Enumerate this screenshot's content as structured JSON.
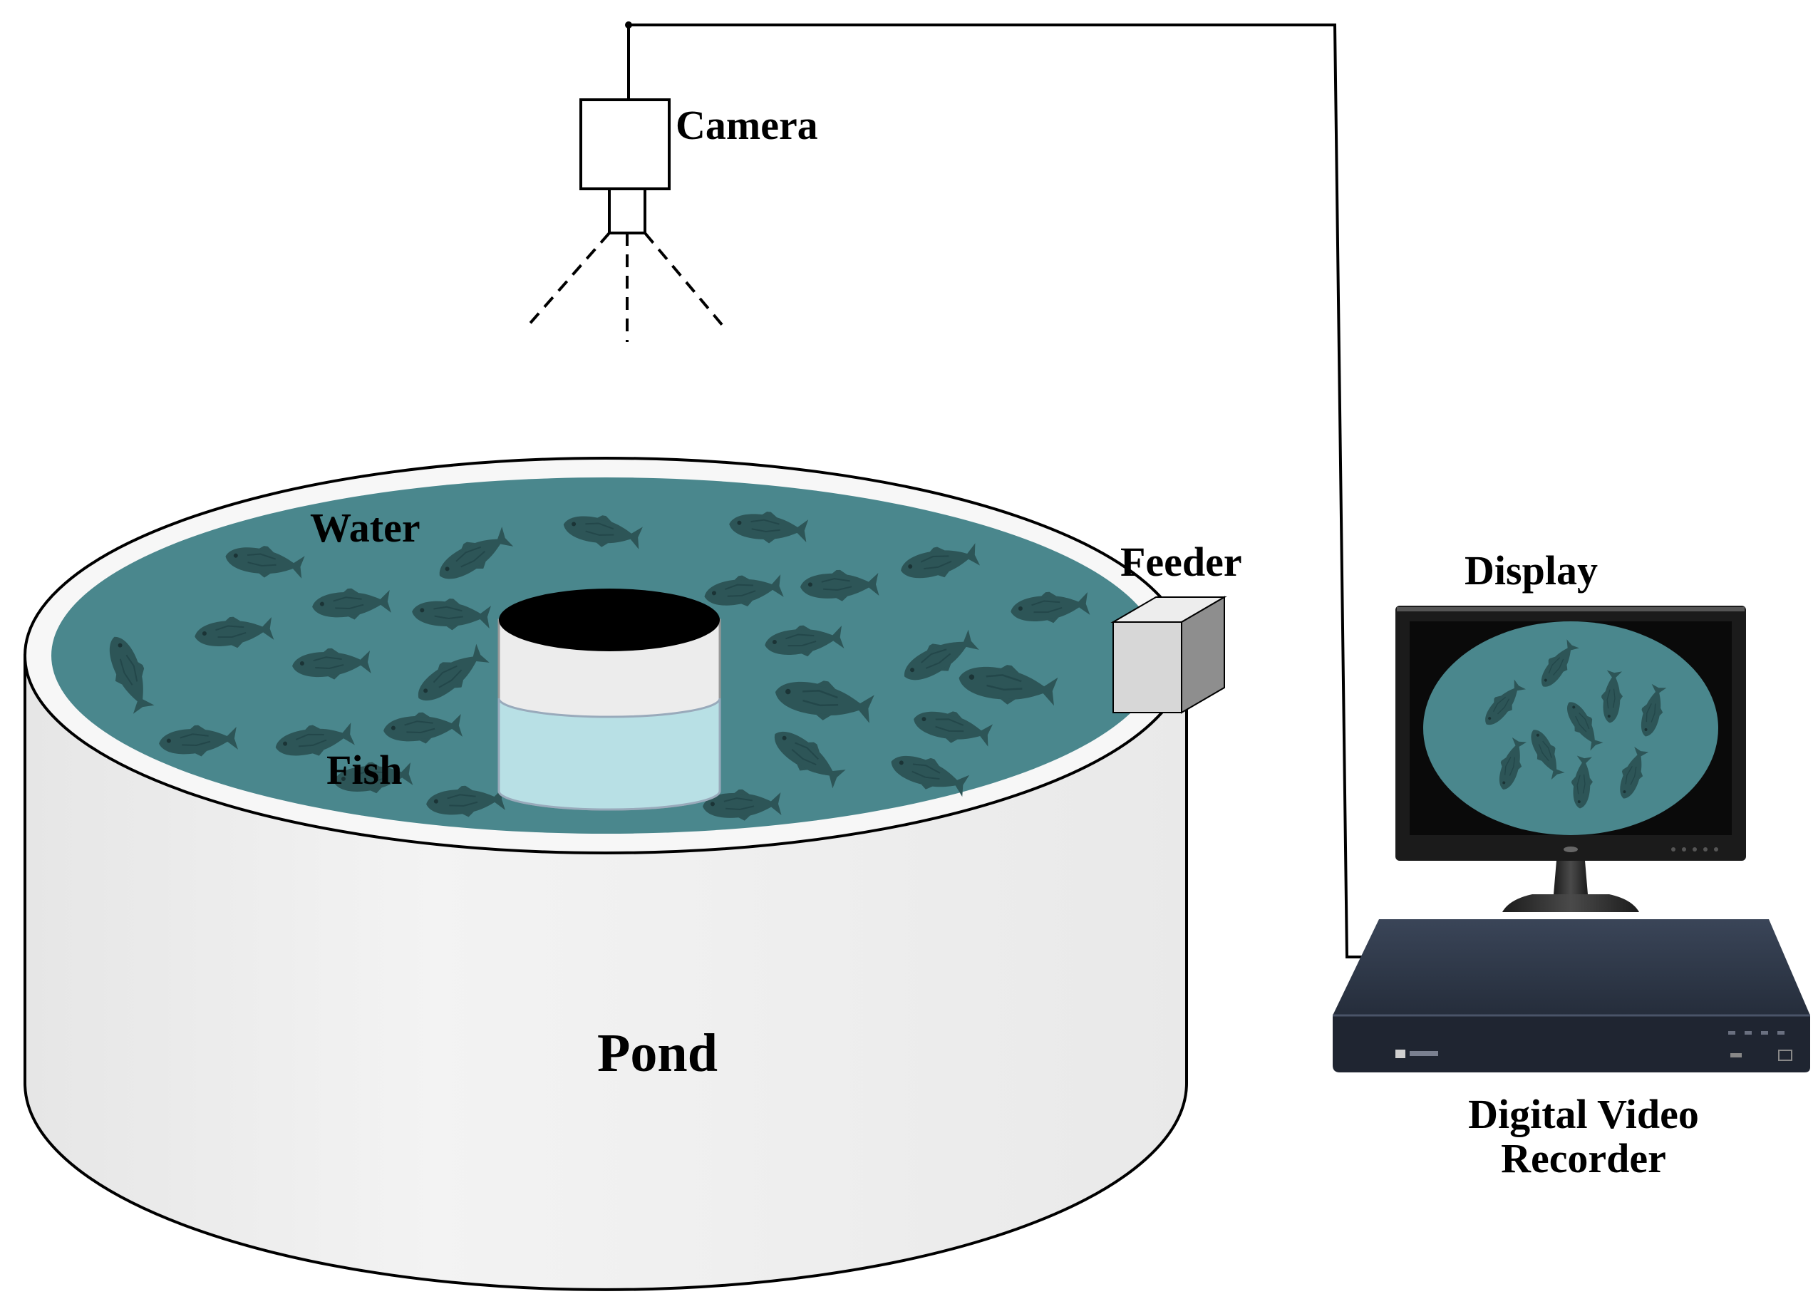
{
  "labels": {
    "camera": "Camera",
    "water": "Water",
    "fish": "Fish",
    "feeder": "Feeder",
    "pond": "Pond",
    "display": "Display",
    "dvr_line1": "Digital Video",
    "dvr_line2": "Recorder"
  },
  "colors": {
    "water": "#4a878d",
    "fish": "#2d5557",
    "pond_wall": "#f0f0f0",
    "center_water": "#b8e0e5",
    "dvr_body": "#2a3242",
    "line": "#000000"
  },
  "icons": {
    "camera": "camera-icon",
    "feeder": "feeder-box-icon",
    "display": "monitor-icon",
    "dvr": "dvr-recorder-icon",
    "fish": "fish-icon"
  }
}
